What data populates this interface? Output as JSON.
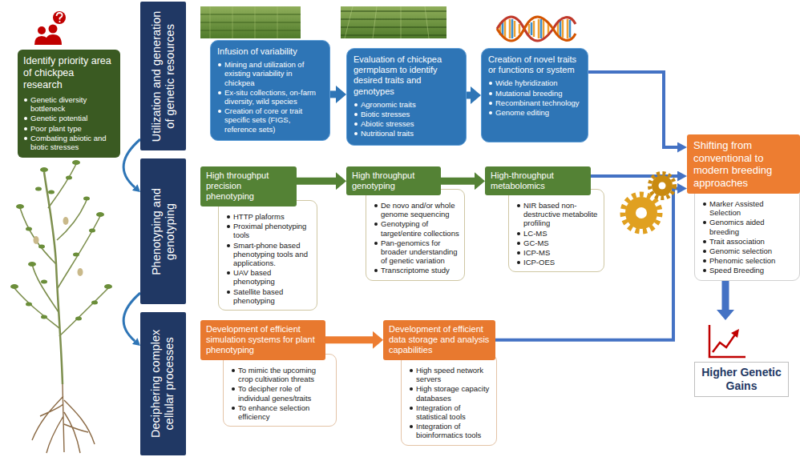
{
  "diagram": {
    "nodes": [
      {
        "text": [
          "Identify priority area of chickpea research",
          "Genetic diversity bottleneck",
          "Genetic potential",
          "Poor plant type",
          "Combating abiotic and biotic stresses"
        ]
      },
      {
        "text": [
          "Utilization and generation of genetic resources"
        ]
      },
      {
        "text": [
          "Phenotyping and genotyping"
        ]
      },
      {
        "text": [
          "Deciphering complex cellular processes"
        ]
      },
      {
        "text": [
          "Infusion of variability",
          "Mining and utilization of existing variability in chickpea",
          "Ex-situ collections, on-farm diversity, wild species",
          "Creation of core or trait specific sets (FIGS, reference sets)"
        ]
      },
      {
        "text": [
          "Evaluation of chickpea germplasm to identify desired traits and genotypes",
          "Agronomic traits",
          "Biotic stresses",
          "Abiotic stresses",
          "Nutritional traits"
        ]
      },
      {
        "text": [
          "Creation of novel traits or functions or system",
          "Wide hybridization",
          "Mutational breeding",
          "Recombinant technology",
          "Genome editing"
        ]
      },
      {
        "text": [
          "High throughput precision phenotyping"
        ]
      },
      {
        "text": [
          "HTTP plaforms",
          "Proximal phenotyping tools",
          "Smart-phone based phenotyping tools and applications.",
          "UAV based phenotyping",
          "Satellite based phenotyping"
        ]
      },
      {
        "text": [
          "High throughput genotyping"
        ]
      },
      {
        "text": [
          "De novo and/or whole genome sequencing",
          "Genotyping of target/entire collections",
          "Pan-genomics for broader understanding of genetic variation",
          "Transcriptome study"
        ]
      },
      {
        "text": [
          "High-throughput metabolomics"
        ]
      },
      {
        "text": [
          "NIR based non-destructive metabolite profiling",
          "LC-MS",
          "GC-MS",
          "ICP-MS",
          "ICP-OES"
        ]
      },
      {
        "text": [
          "Development of efficient simulation systems for plant phenotyping"
        ]
      },
      {
        "text": [
          "To mimic the upcoming crop cultivation threats",
          "To decipher role of individual genes/traits",
          "To enhance selection efficiency"
        ]
      },
      {
        "text": [
          "Development of efficient data storage and analysis capabilities"
        ]
      },
      {
        "text": [
          "High speed network servers",
          "High storage capacity databases",
          "Integration of statistical tools",
          "Integration of bioinformatics tools"
        ]
      },
      {
        "text": [
          "Shifting from conventional to modern breeding approaches"
        ]
      },
      {
        "text": [
          "Marker Assisted Selection",
          "Genomics aided breeding",
          "Trait association",
          "Genomic selection",
          "Phenomic selection",
          "Speed Breeding"
        ]
      },
      {
        "text": [
          "Higher Genetic Gains"
        ]
      }
    ],
    "edges": [
      {
        "from": 1,
        "to": 2,
        "arrow": "to"
      },
      {
        "from": 2,
        "to": 3,
        "arrow": "to"
      },
      {
        "from": 4,
        "to": 5,
        "arrow": "to"
      },
      {
        "from": 5,
        "to": 6,
        "arrow": "to"
      },
      {
        "from": 7,
        "to": 9,
        "arrow": "to"
      },
      {
        "from": 9,
        "to": 11,
        "arrow": "to"
      },
      {
        "from": 13,
        "to": 15,
        "arrow": "to"
      },
      {
        "from": 6,
        "to": 17,
        "arrow": "to"
      },
      {
        "from": 11,
        "to": 17,
        "arrow": "to"
      },
      {
        "from": 15,
        "to": 17,
        "arrow": "to"
      },
      {
        "from": 18,
        "to": 19,
        "arrow": "to"
      }
    ]
  }
}
